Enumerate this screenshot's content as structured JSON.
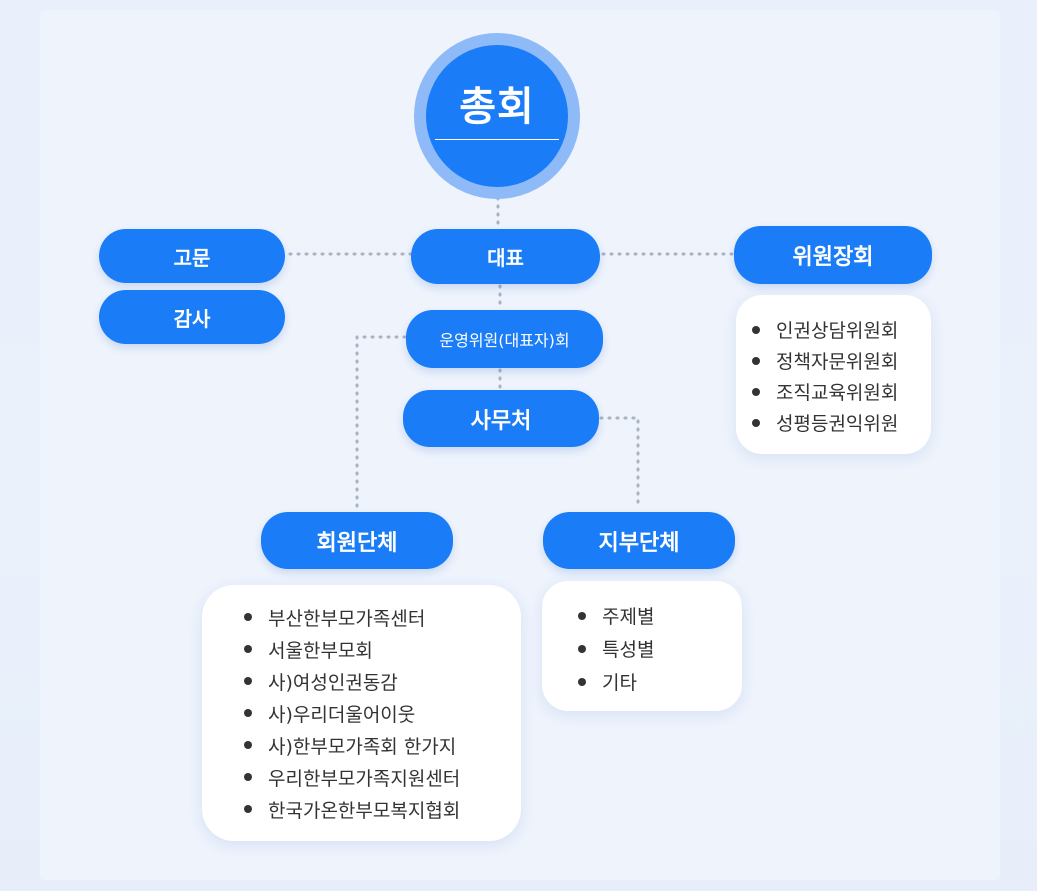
{
  "top": {
    "title": "총회"
  },
  "nodes": {
    "representative": "대표",
    "advisor": "고문",
    "auditor": "감사",
    "committee_council": "위원장회",
    "steering_committee": "운영위원(대표자)회",
    "secretariat": "사무처",
    "member_groups": "회원단체",
    "branch_groups": "지부단체"
  },
  "committee_list": [
    "인권상담위원회",
    "정책자문위원회",
    "조직교육위원회",
    "성평등권익위원"
  ],
  "member_list": [
    "부산한부모가족센터",
    "서울한부모회",
    "사)여성인권동감",
    "사)우리더울어이웃",
    "사)한부모가족회 한가지",
    "우리한부모가족지원센터",
    "한국가온한부모복지협회"
  ],
  "branch_list": [
    "주제별",
    "특성별",
    "기타"
  ],
  "colors": {
    "primary": "#1a7cf7",
    "halo": "#8fbaf8",
    "connector": "#a9b3c2",
    "text": "#333333"
  }
}
